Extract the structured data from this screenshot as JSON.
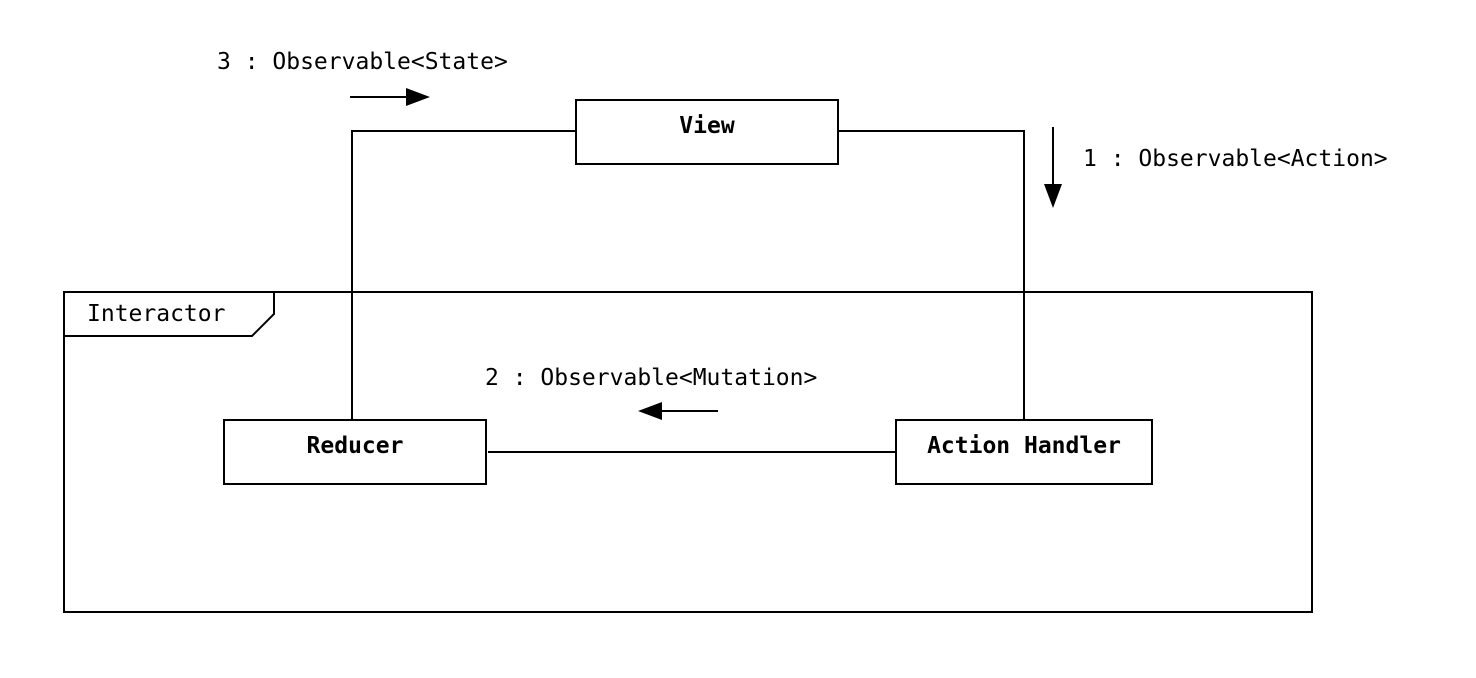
{
  "colors": {
    "stroke": "#000000",
    "background": "#ffffff"
  },
  "diagram": {
    "frame": {
      "label": "Interactor"
    },
    "nodes": {
      "view": "View",
      "reducer": "Reducer",
      "action_handler": "Action Handler"
    },
    "messages": {
      "action": "1 : Observable<Action>",
      "mutation": "2 : Observable<Mutation>",
      "state": "3 : Observable<State>"
    }
  }
}
